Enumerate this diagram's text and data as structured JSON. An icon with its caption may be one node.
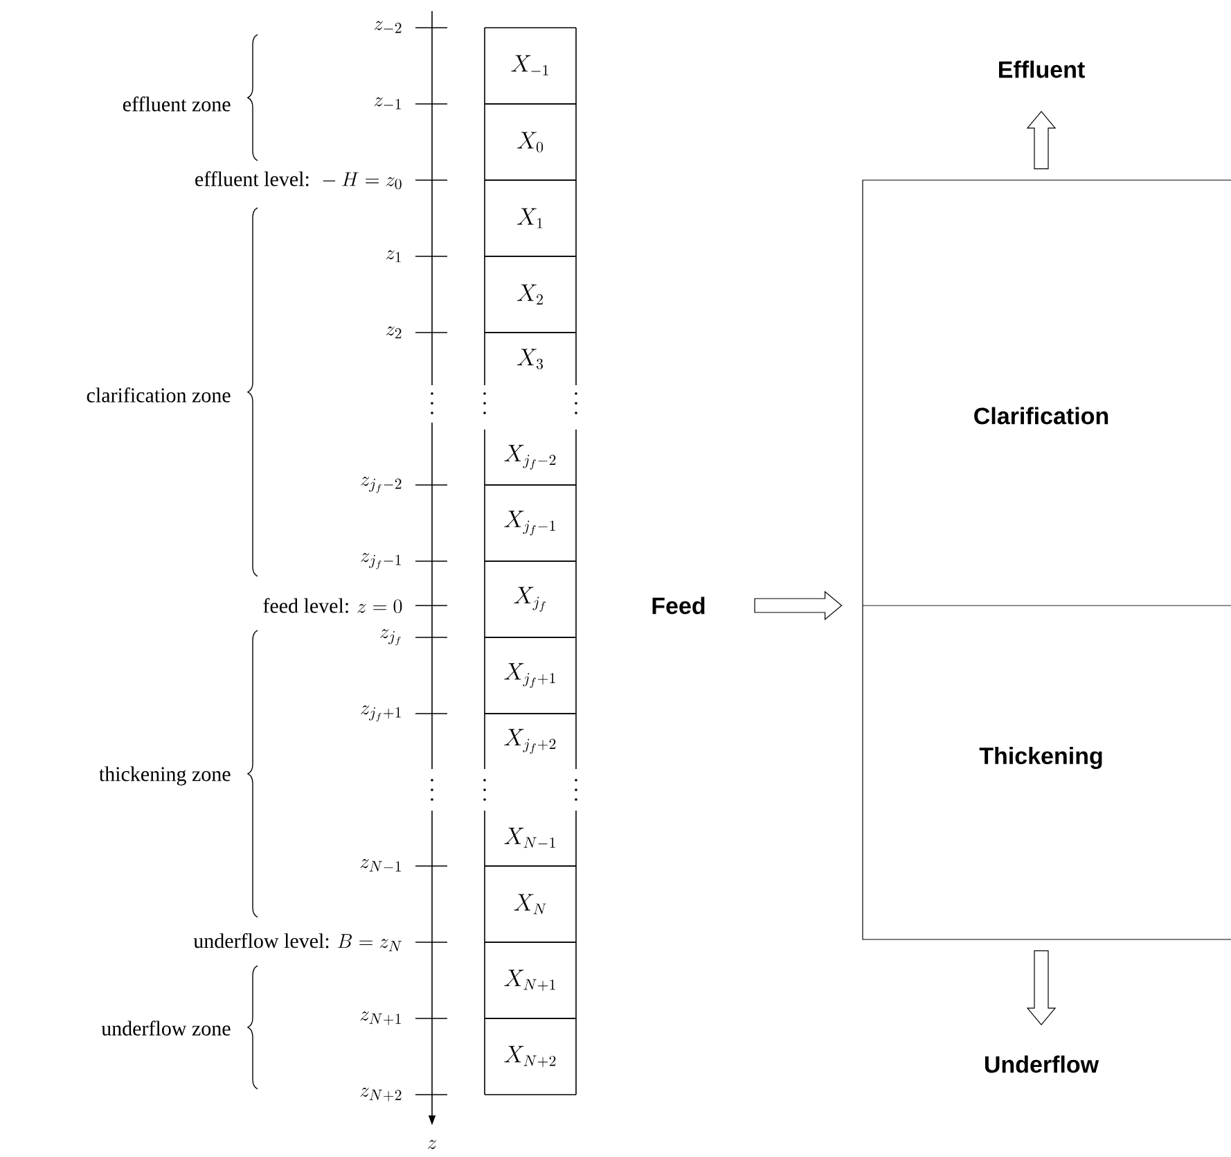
{
  "diagram": {
    "nodes": [
      {
        "text": [
          "X_{-1}"
        ]
      },
      {
        "text": [
          "X_{0}"
        ]
      },
      {
        "text": [
          "X_{1}"
        ]
      },
      {
        "text": [
          "X_{2}"
        ]
      },
      {
        "text": [
          "X_{3}"
        ]
      },
      {
        "text": [
          "X_{j_f-2}"
        ]
      },
      {
        "text": [
          "X_{j_f-1}"
        ]
      },
      {
        "text": [
          "X_{j_f}"
        ]
      },
      {
        "text": [
          "X_{j_f+1}"
        ]
      },
      {
        "text": [
          "X_{j_f+2}"
        ]
      },
      {
        "text": [
          "X_{N-1}"
        ]
      },
      {
        "text": [
          "X_{N}"
        ]
      },
      {
        "text": [
          "X_{N+1}"
        ]
      },
      {
        "text": [
          "X_{N+2}"
        ]
      },
      {
        "text": [
          "Effluent"
        ]
      },
      {
        "text": [],
        "shape": "box"
      },
      {
        "text": [
          "Clarification"
        ],
        "in": 15
      },
      {
        "text": [
          "Thickening"
        ],
        "in": 15
      },
      {
        "text": [
          "Feed"
        ]
      },
      {
        "text": [
          "Underflow"
        ]
      }
    ],
    "edges": [
      {
        "from": 15,
        "to": 14,
        "arrow": "to"
      },
      {
        "from": 18,
        "to": 15,
        "arrow": "to"
      },
      {
        "from": 15,
        "to": 19,
        "arrow": "to"
      }
    ],
    "labels": [
      "z_{-2}",
      "effluent zone",
      "z_{-1}",
      "\\mbox{effluent level: }-H = z_0",
      "z_{1}",
      "z_{2}",
      "clarification zone",
      "z_{j_f-2}",
      "z_{j_f-1}",
      "\\mbox{feed level: }z = 0",
      "z_{j_f}",
      "z_{j_f+1}",
      "thickening zone",
      "z_{N-1}",
      "\\mbox{underflow level: }B = z_N",
      "underflow zone",
      "z_{N+1}",
      "z_{N+2}",
      "z"
    ]
  }
}
